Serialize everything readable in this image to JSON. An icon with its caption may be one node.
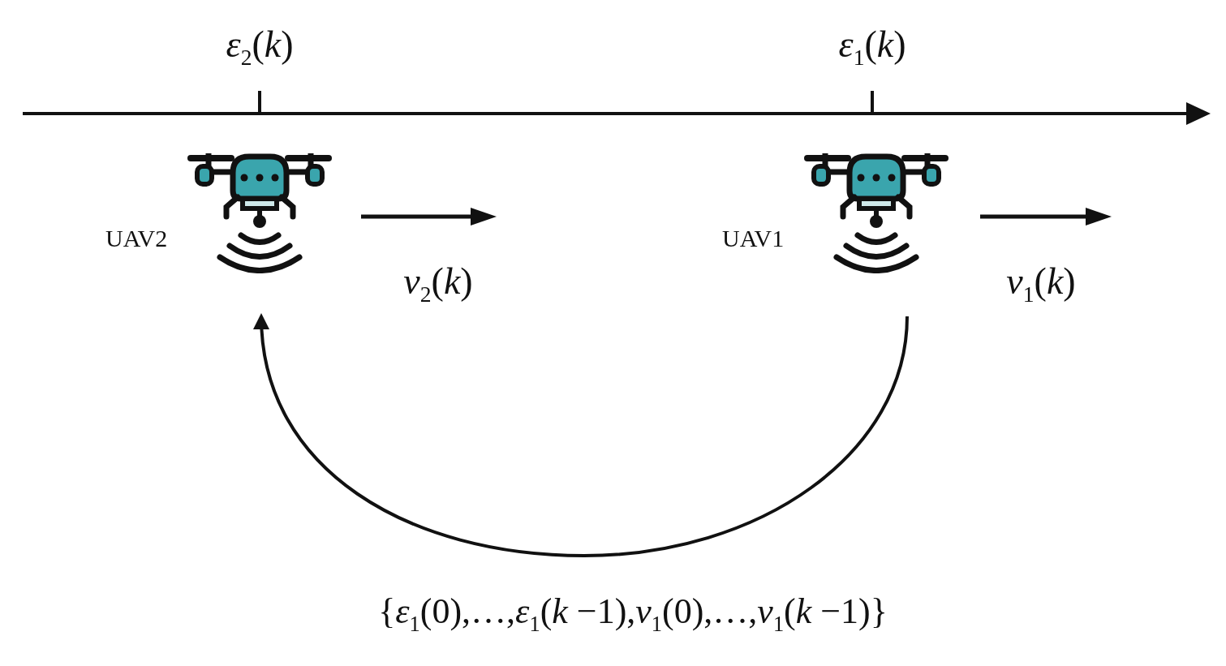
{
  "diagram": {
    "nodes": [
      {
        "text": [],
        "shape": "picture",
        "beside": [
          "UAV2"
        ]
      },
      {
        "text": [],
        "shape": "picture",
        "beside": [
          "UAV1"
        ]
      }
    ],
    "edges": [
      {
        "from": 1,
        "to": 0,
        "arrow": "to",
        "label": "{*ε*$_{1}$(0),…,*ε*$_{1}$(*k* −1),*v*$_{1}$(0),…,*v*$_{1}$(*k* −1)}"
      }
    ],
    "labels": [
      "*ε*$_{2}$(*k*)",
      "*ε*$_{1}$(*k*)",
      "*v*$_{2}$(*k*)",
      "*v*$_{1}$(*k*)"
    ]
  }
}
